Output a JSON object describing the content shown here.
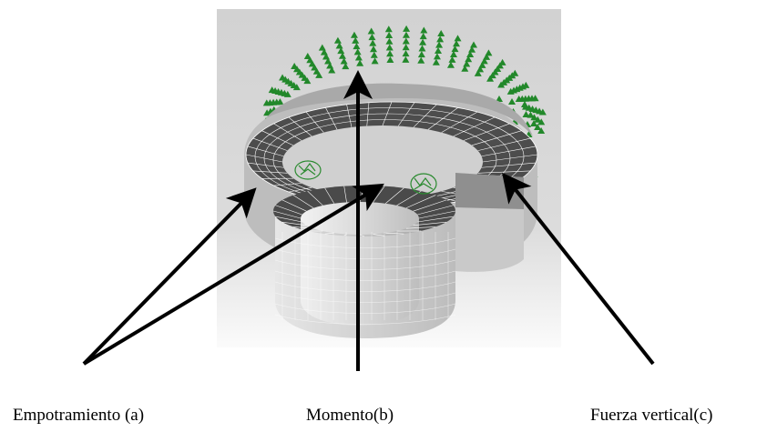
{
  "labels": {
    "a": "Empotramiento (a)",
    "b": "Momento(b)",
    "c": "Fuerza vertical(c)"
  },
  "colors": {
    "background_top": "#d4d4d4",
    "background_bottom": "#ffffff",
    "mesh_dark": "#4e4e4e",
    "mesh_light": "#cfcfcf",
    "mesh_lines": "#ffffff",
    "force_arrows": "#22882a",
    "pointer_arrows": "#000000"
  },
  "icons": [
    "force-arrow-icon",
    "fixed-support-icon",
    "pointer-arrow-icon"
  ]
}
